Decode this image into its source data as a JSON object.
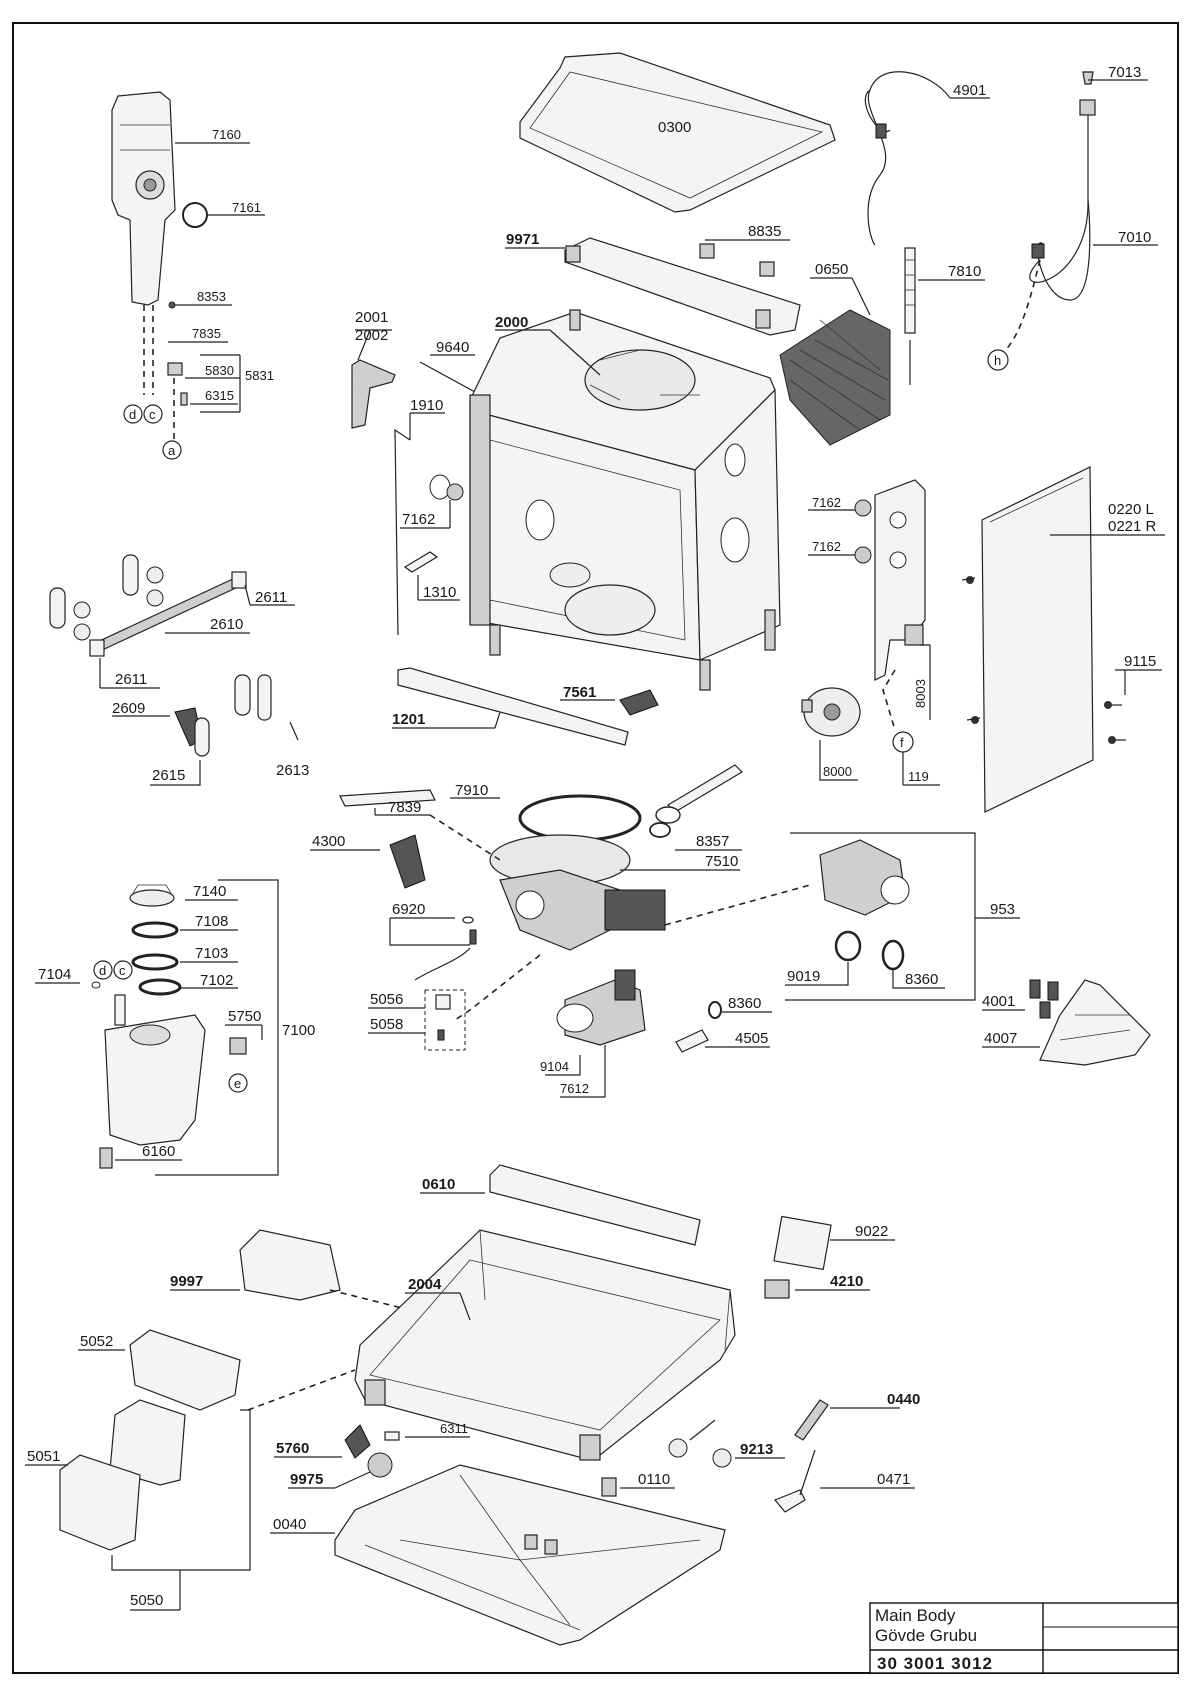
{
  "parts": {
    "p0300": "0300",
    "p4901": "4901",
    "p7013": "7013",
    "p7010": "7010",
    "p7160": "7160",
    "p7161": "7161",
    "p8353": "8353",
    "p7835": "7835",
    "p5830": "5830",
    "p5831": "5831",
    "p6315": "6315",
    "p9971": "9971",
    "p8835": "8835",
    "p0650": "0650",
    "p7810": "7810",
    "p2001": "2001",
    "p2002": "2002",
    "p2000": "2000",
    "p9640": "9640",
    "p1910": "1910",
    "p7162a": "7162",
    "p1310": "1310",
    "p7162b": "7162",
    "p7162c": "7162",
    "p0220": "0220 L",
    "p0221": "0221 R",
    "p2611a": "2611",
    "p2610": "2610",
    "p2611b": "2611",
    "p2609": "2609",
    "p2615": "2615",
    "p2613": "2613",
    "p1201": "1201",
    "p7561": "7561",
    "p8003": "8003",
    "p8000": "8000",
    "p119": "119",
    "p9115": "9115",
    "p7910": "7910",
    "p7839": "7839",
    "p4300": "4300",
    "p8357": "8357",
    "p7510": "7510",
    "p7140": "7140",
    "p7108": "7108",
    "p7103": "7103",
    "p7104": "7104",
    "p7102": "7102",
    "p5750": "5750",
    "p7100": "7100",
    "p6160": "6160",
    "p6920": "6920",
    "p5056": "5056",
    "p5058": "5058",
    "p953": "953",
    "p9019": "9019",
    "p8360a": "8360",
    "p8360b": "8360",
    "p4505": "4505",
    "p9104": "9104",
    "p7612": "7612",
    "p4001": "4001",
    "p4007": "4007",
    "p0610": "0610",
    "p9022": "9022",
    "p9997": "9997",
    "p2004": "2004",
    "p4210": "4210",
    "p5052": "5052",
    "p0440": "0440",
    "p5760": "5760",
    "p6311": "6311",
    "p9213": "9213",
    "p5051": "5051",
    "p9975": "9975",
    "p0110": "0110",
    "p0471": "0471",
    "p0040": "0040",
    "p5050": "5050"
  },
  "markers": {
    "a": "a",
    "c": "c",
    "d": "d",
    "e": "e",
    "f": "f",
    "h": "h"
  },
  "title_block": {
    "line1": "Main Body",
    "line2": "Gövde Grubu",
    "code": "30 3001 3012"
  }
}
